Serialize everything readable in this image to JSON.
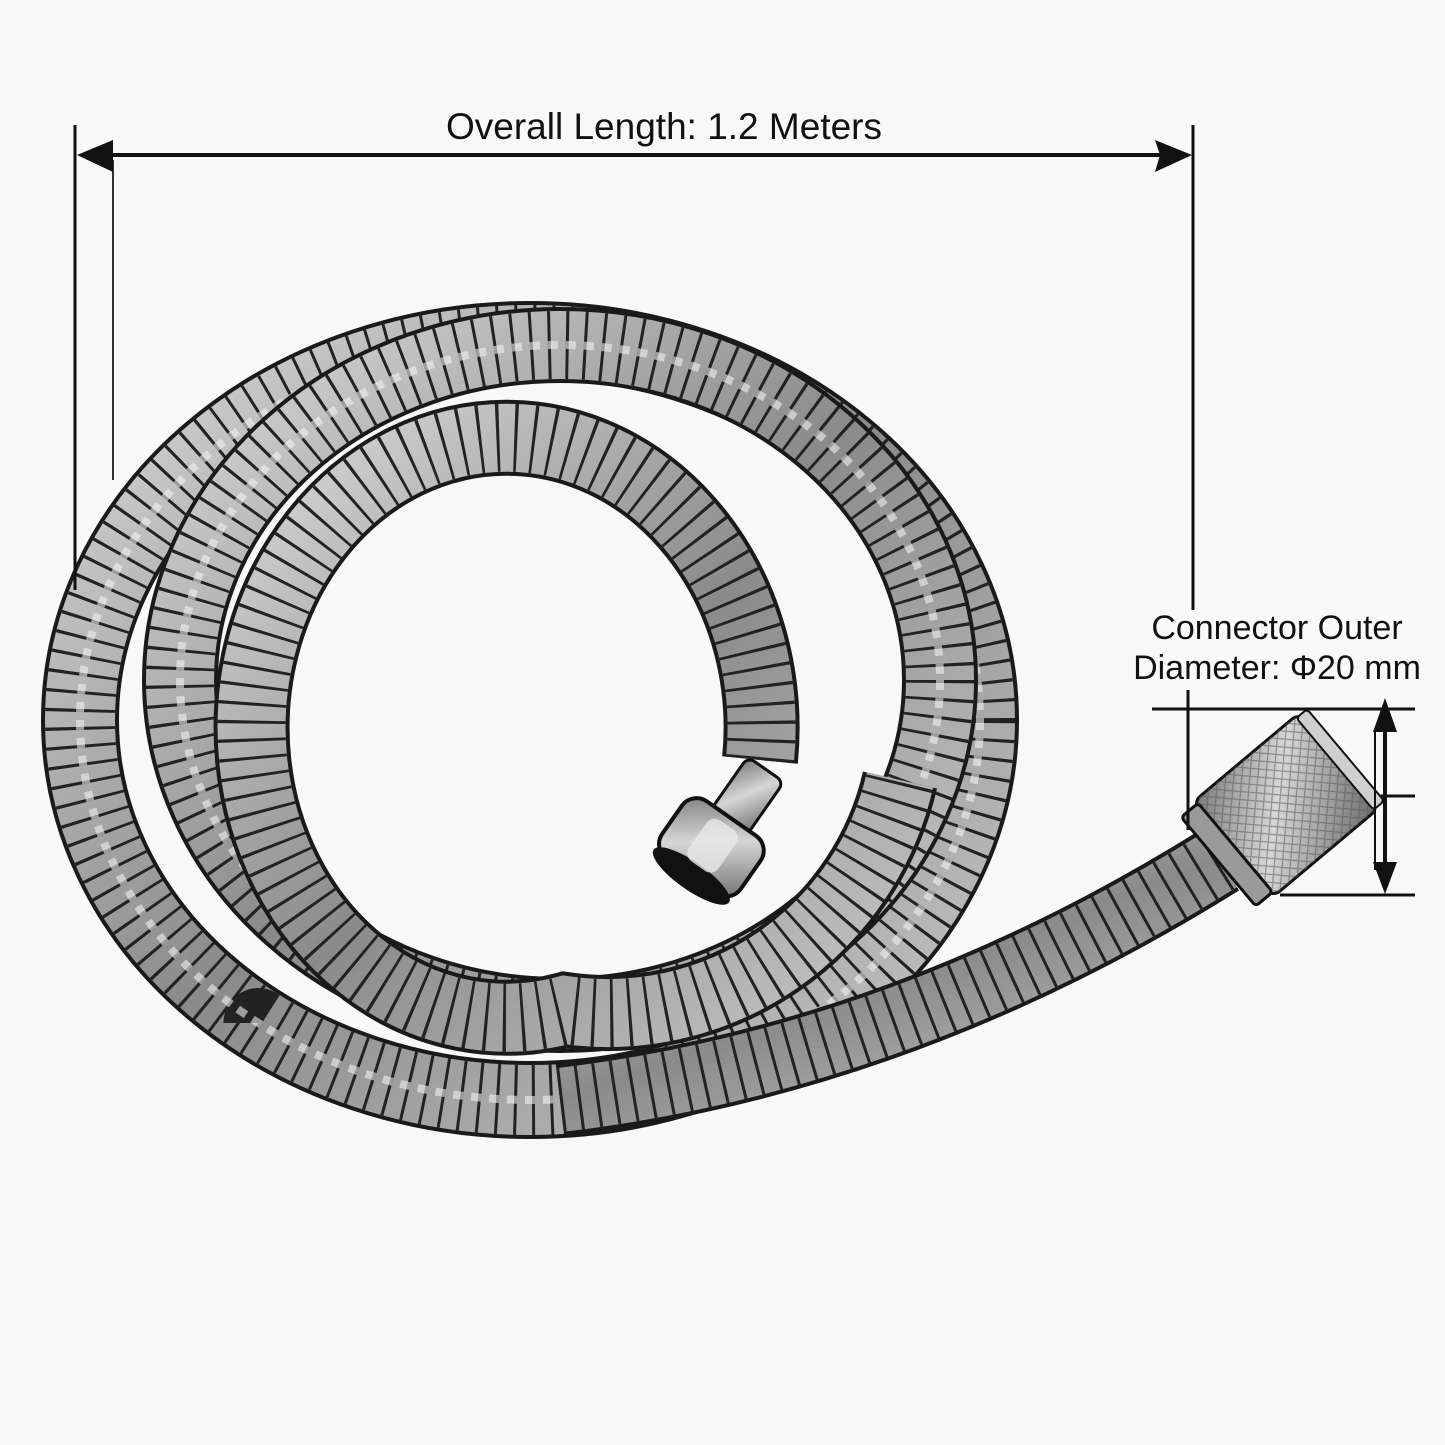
{
  "diagram": {
    "subject": "Coiled stainless steel shower hose",
    "background_color": "#f8f8f8",
    "line_color": "#111111",
    "hose_colors": {
      "highlight": "#e6e6e6",
      "mid": "#9a9a9a",
      "shadow": "#1a1a1a"
    }
  },
  "dimensions": {
    "overall_length": {
      "label": "Overall Length: 1.2 Meters",
      "value": "1.2",
      "unit": "Meters"
    },
    "connector_diameter": {
      "label_line1": "Connector Outer",
      "label_line2": "Diameter: Φ20 mm",
      "value": "20",
      "unit": "mm"
    }
  },
  "components": [
    {
      "name": "hose-coil",
      "description": "Flexible ribbed metal hose, three loops"
    },
    {
      "name": "inner-end-nut",
      "description": "Hex nut connector at inner end"
    },
    {
      "name": "outer-knurled-connector",
      "description": "Knurled cone connector at outer end"
    }
  ]
}
